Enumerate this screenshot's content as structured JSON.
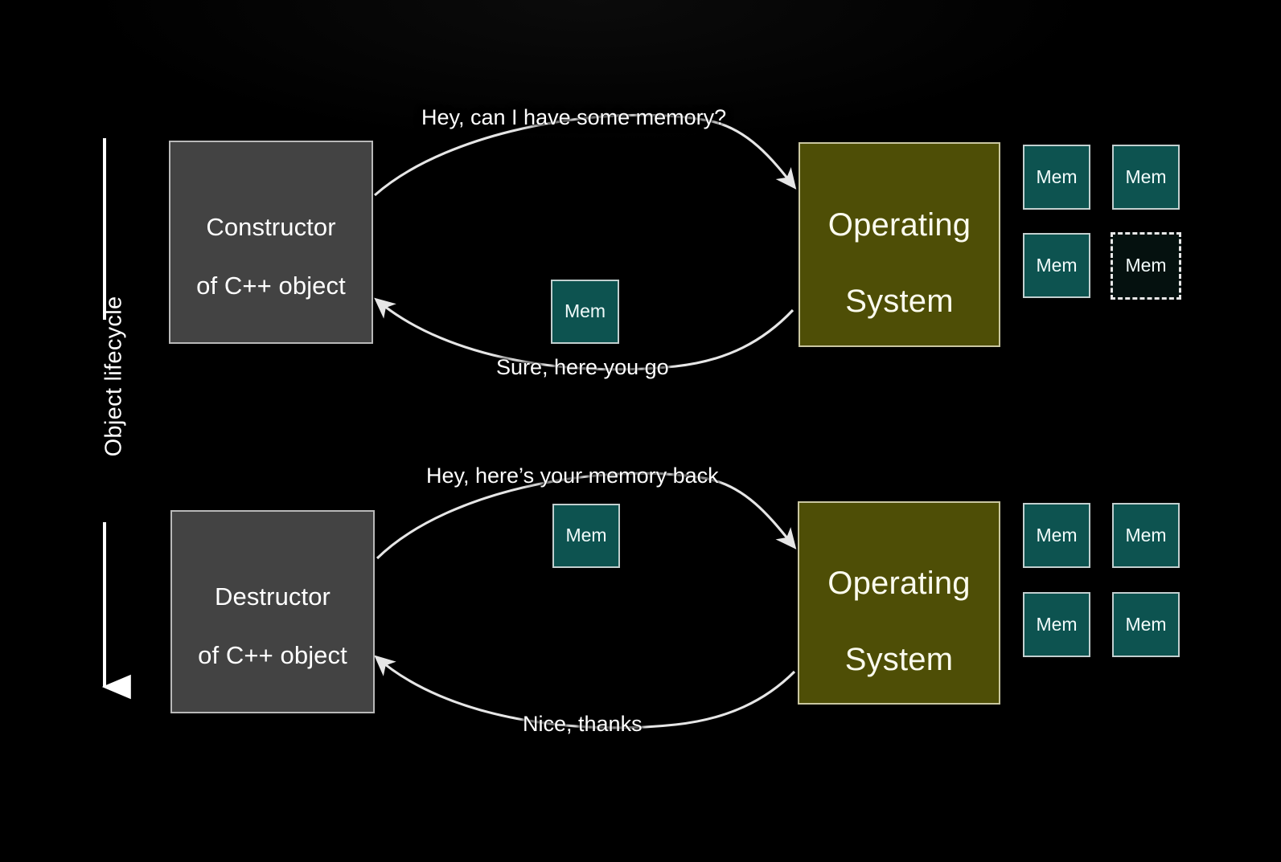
{
  "slide": {
    "background_color": "#000000",
    "axis": {
      "label": "Object lifecycle",
      "direction": "downward-arrow"
    },
    "colors": {
      "object_box_fill": "#434343",
      "object_box_border": "#b9b9b9",
      "os_box_fill": "#4e4e06",
      "os_box_border": "#c9c6a0",
      "mem_fill": "#0d5350",
      "mem_border": "#c2cfcf",
      "mem_free_fill": "#05110f",
      "mem_free_border": "#e8e8e8",
      "arrow": "#e6e6e6",
      "text": "#ffffff"
    }
  },
  "phases": [
    {
      "id": "construction",
      "actor": {
        "line1": "Constructor",
        "line2": "of C++ object"
      },
      "os": {
        "line1": "Operating",
        "line2": "System"
      },
      "request_label": "Hey, can I have some memory?",
      "response_label": "Sure, here you go",
      "transit_mem": {
        "label": "Mem"
      },
      "memory_pool": [
        {
          "label": "Mem",
          "state": "allocated"
        },
        {
          "label": "Mem",
          "state": "allocated"
        },
        {
          "label": "Mem",
          "state": "allocated"
        },
        {
          "label": "Mem",
          "state": "given-away"
        }
      ]
    },
    {
      "id": "destruction",
      "actor": {
        "line1": "Destructor",
        "line2": "of C++ object"
      },
      "os": {
        "line1": "Operating",
        "line2": "System"
      },
      "request_label": "Hey, here’s your memory back",
      "response_label": "Nice, thanks",
      "transit_mem": {
        "label": "Mem"
      },
      "memory_pool": [
        {
          "label": "Mem",
          "state": "allocated"
        },
        {
          "label": "Mem",
          "state": "allocated"
        },
        {
          "label": "Mem",
          "state": "allocated"
        },
        {
          "label": "Mem",
          "state": "allocated"
        }
      ]
    }
  ]
}
